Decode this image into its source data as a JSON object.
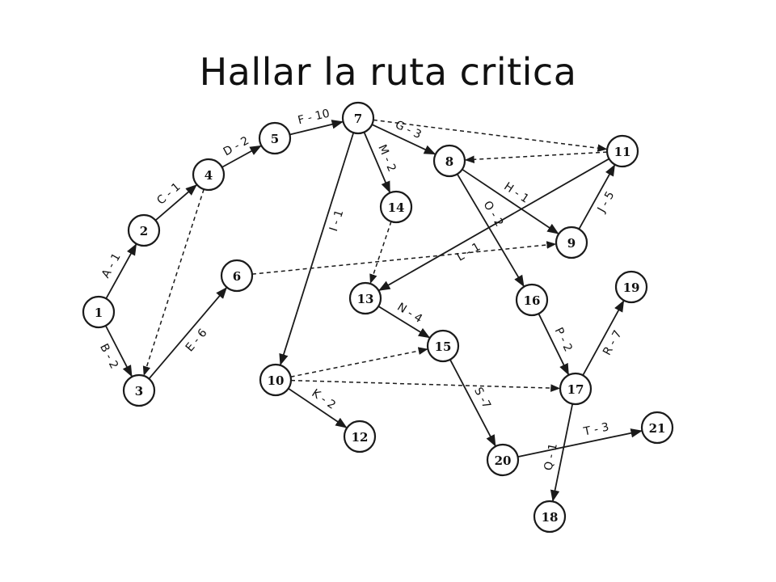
{
  "title": "Hallar la ruta critica",
  "nodes": [
    {
      "id": "1",
      "label": "1"
    },
    {
      "id": "2",
      "label": "2"
    },
    {
      "id": "3",
      "label": "3"
    },
    {
      "id": "4",
      "label": "4"
    },
    {
      "id": "5",
      "label": "5"
    },
    {
      "id": "6",
      "label": "6"
    },
    {
      "id": "7",
      "label": "7"
    },
    {
      "id": "8",
      "label": "8"
    },
    {
      "id": "9",
      "label": "9"
    },
    {
      "id": "10",
      "label": "10"
    },
    {
      "id": "11",
      "label": "11"
    },
    {
      "id": "12",
      "label": "12"
    },
    {
      "id": "13",
      "label": "13"
    },
    {
      "id": "14",
      "label": "14"
    },
    {
      "id": "15",
      "label": "15"
    },
    {
      "id": "16",
      "label": "16"
    },
    {
      "id": "17",
      "label": "17"
    },
    {
      "id": "18",
      "label": "18"
    },
    {
      "id": "19",
      "label": "19"
    },
    {
      "id": "20",
      "label": "20"
    },
    {
      "id": "21",
      "label": "21"
    }
  ],
  "edges": [
    {
      "from": "1",
      "to": "2",
      "label": "A - 1",
      "dashed": false
    },
    {
      "from": "1",
      "to": "3",
      "label": "B - 2",
      "dashed": false
    },
    {
      "from": "2",
      "to": "4",
      "label": "C - 1",
      "dashed": false
    },
    {
      "from": "4",
      "to": "5",
      "label": "D - 2",
      "dashed": false
    },
    {
      "from": "3",
      "to": "6",
      "label": "E - 6",
      "dashed": false
    },
    {
      "from": "5",
      "to": "7",
      "label": "F - 10",
      "dashed": false
    },
    {
      "from": "7",
      "to": "8",
      "label": "G - 3",
      "dashed": false
    },
    {
      "from": "8",
      "to": "9",
      "label": "H - 1",
      "dashed": false
    },
    {
      "from": "7",
      "to": "10",
      "label": "I - 1",
      "dashed": false
    },
    {
      "from": "9",
      "to": "11",
      "label": "J - 5",
      "dashed": false
    },
    {
      "from": "10",
      "to": "12",
      "label": "K - 2",
      "dashed": false
    },
    {
      "from": "11",
      "to": "13",
      "label": "L - 1",
      "dashed": false
    },
    {
      "from": "7",
      "to": "14",
      "label": "M - 2",
      "dashed": false
    },
    {
      "from": "13",
      "to": "15",
      "label": "N - 4",
      "dashed": false
    },
    {
      "from": "8",
      "to": "16",
      "label": "O - 2",
      "dashed": false
    },
    {
      "from": "16",
      "to": "17",
      "label": "P - 2",
      "dashed": false
    },
    {
      "from": "17",
      "to": "18",
      "label": "Q - 1",
      "dashed": false
    },
    {
      "from": "17",
      "to": "19",
      "label": "R - 7",
      "dashed": false
    },
    {
      "from": "15",
      "to": "20",
      "label": "S -7",
      "dashed": false
    },
    {
      "from": "20",
      "to": "21",
      "label": "T - 3",
      "dashed": false
    },
    {
      "from": "4",
      "to": "3",
      "label": "",
      "dashed": true
    },
    {
      "from": "6",
      "to": "9",
      "label": "",
      "dashed": true
    },
    {
      "from": "7",
      "to": "11",
      "label": "",
      "dashed": true
    },
    {
      "from": "11",
      "to": "8",
      "label": "",
      "dashed": true
    },
    {
      "from": "14",
      "to": "13",
      "label": "",
      "dashed": true
    },
    {
      "from": "10",
      "to": "15",
      "label": "",
      "dashed": true
    },
    {
      "from": "10",
      "to": "17",
      "label": "",
      "dashed": true
    }
  ]
}
